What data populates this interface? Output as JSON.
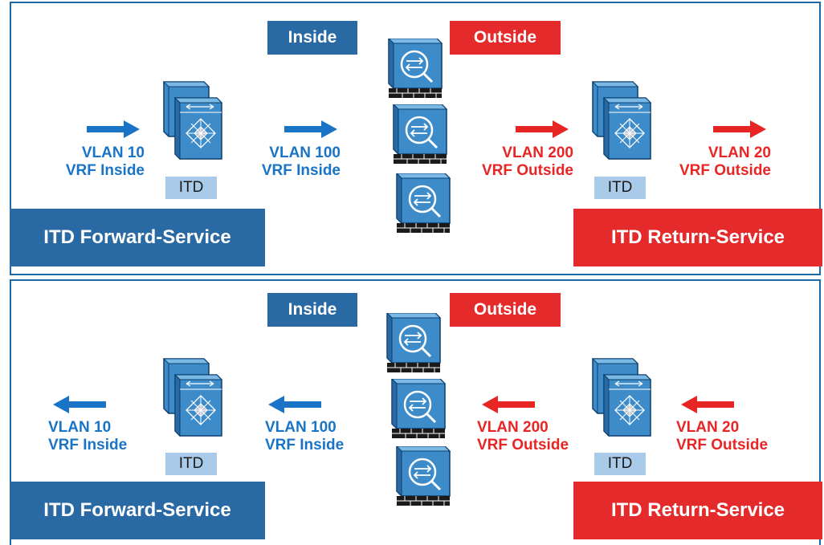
{
  "colors": {
    "blue": "#2a6aa4",
    "red": "#e42a2a",
    "text_blue": "#1a74c6",
    "text_red": "#e82525",
    "itd_box": "#a9cbe9",
    "border": "#1b6aa8"
  },
  "top": {
    "inside": "Inside",
    "outside": "Outside",
    "left_vlan": "VLAN 10",
    "left_vrf": "VRF Inside",
    "mid_left_vlan": "VLAN 100",
    "mid_left_vrf": "VRF Inside",
    "mid_right_vlan": "VLAN 200",
    "mid_right_vrf": "VRF Outside",
    "right_vlan": "VLAN 20",
    "right_vrf": "VRF Outside",
    "itd_left": "ITD",
    "itd_right": "ITD",
    "forward_service": "ITD Forward-Service",
    "return_service": "ITD Return-Service",
    "direction": "left-to-right"
  },
  "bottom": {
    "inside": "Inside",
    "outside": "Outside",
    "left_vlan": "VLAN 10",
    "left_vrf": "VRF Inside",
    "mid_left_vlan": "VLAN 100",
    "mid_left_vrf": "VRF Inside",
    "mid_right_vlan": "VLAN 200",
    "mid_right_vrf": "VRF Outside",
    "right_vlan": "VLAN 20",
    "right_vrf": "VRF Outside",
    "itd_left": "ITD",
    "itd_right": "ITD",
    "forward_service": "ITD Forward-Service",
    "return_service": "ITD Return-Service",
    "direction": "right-to-left"
  },
  "icons": {
    "switch": "nexus-switch-icon",
    "firewall": "firewall-appliance-icon",
    "arrow": "flow-arrow-icon"
  }
}
